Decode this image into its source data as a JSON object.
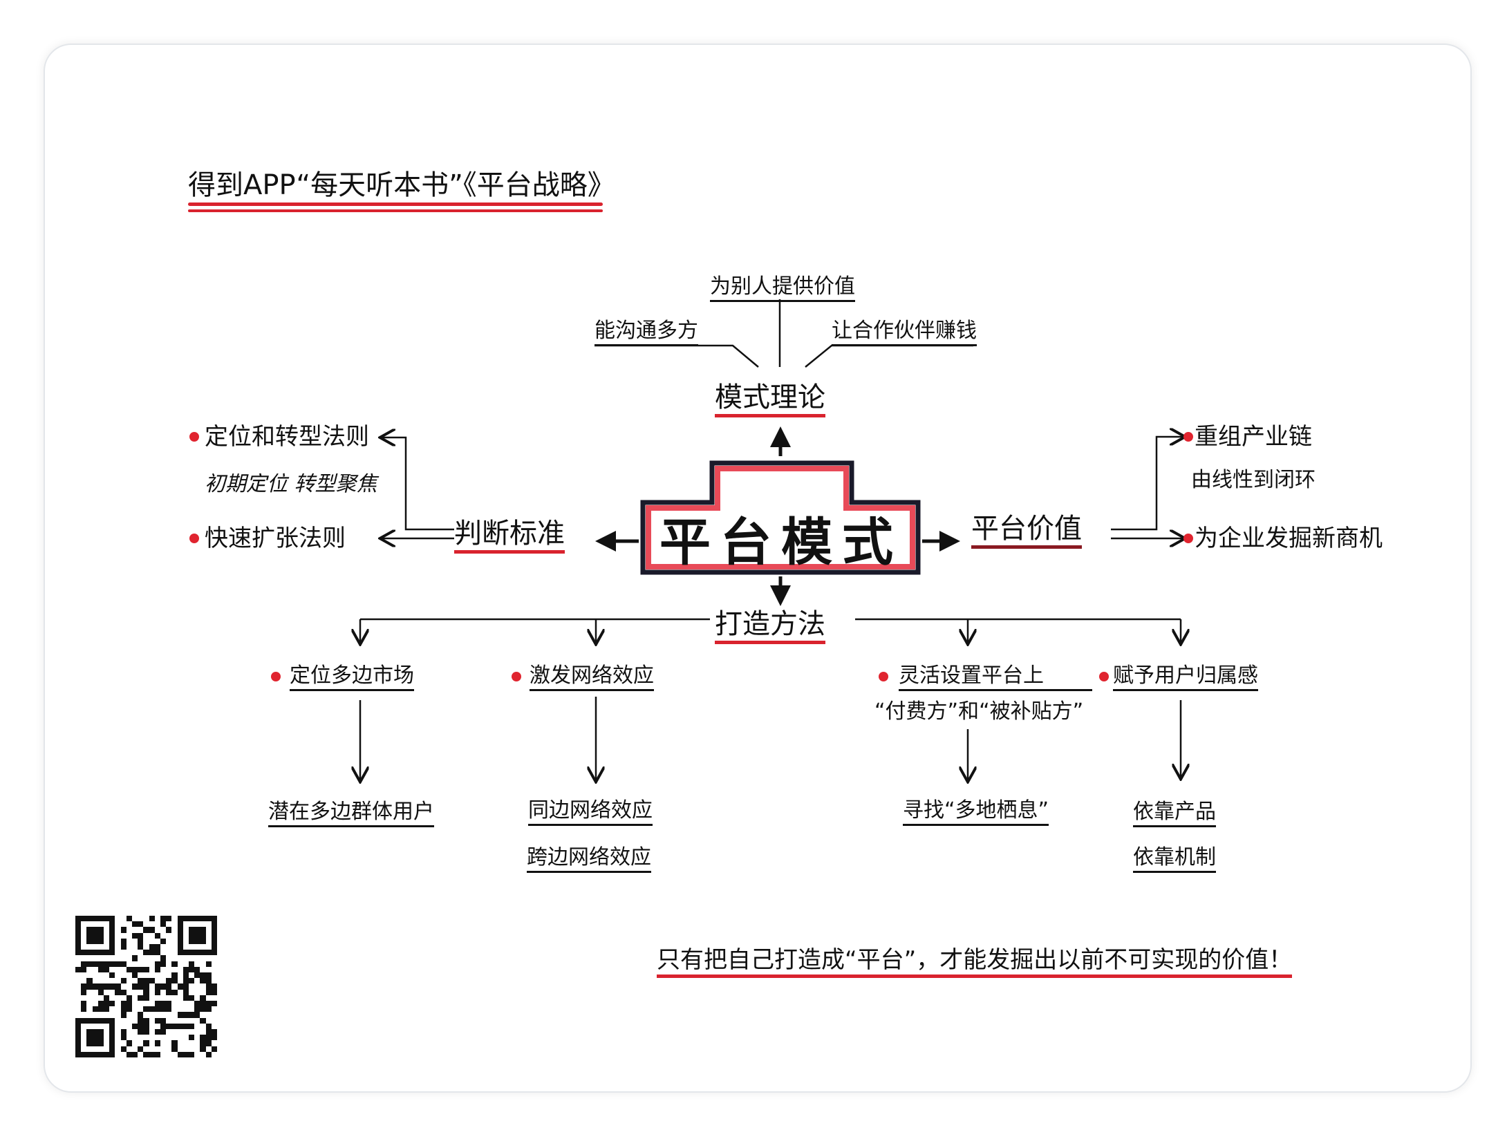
{
  "title": "得到APP“每天听本书”《平台战略》",
  "center": "平台模式",
  "top": {
    "label": "模式理论",
    "items": [
      "为别人提供价值",
      "能沟通多方",
      "让合作伙伴赚钱"
    ]
  },
  "left": {
    "label": "判断标准",
    "items": [
      {
        "title": "定位和转型法则",
        "detail": "初期定位 转型聚焦"
      },
      {
        "title": "快速扩张法则"
      }
    ]
  },
  "right": {
    "label": "平台价值",
    "items": [
      {
        "title": "重组产业链",
        "detail": "由线性到闭环"
      },
      {
        "title": "为企业发掘新商机"
      }
    ]
  },
  "bottom": {
    "label": "打造方法",
    "branches": [
      {
        "title": "定位多边市场",
        "results": [
          "潜在多边群体用户"
        ]
      },
      {
        "title": "激发网络效应",
        "results": [
          "同边网络效应",
          "跨边网络效应"
        ]
      },
      {
        "title": "灵活设置平台上",
        "title2": "“付费方”和“被补贴方”",
        "results": [
          "寻找“多地栖息”"
        ]
      },
      {
        "title": "赋予用户归属感",
        "results": [
          "依靠产品",
          "依靠机制"
        ]
      }
    ]
  },
  "conclusion": "只有把自己打造成“平台”，才能发掘出以前不可实现的价值！",
  "colors": {
    "accent": "#d9232e",
    "ink": "#111111",
    "box_fill": "#f08a92"
  }
}
